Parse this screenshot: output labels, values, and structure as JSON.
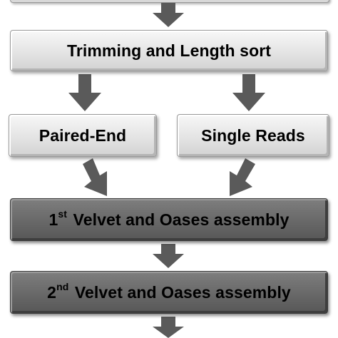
{
  "steps": {
    "trimming": "Trimming and Length sort",
    "paired_end": "Paired-End",
    "single_reads": "Single Reads",
    "velvet1_sup": "st",
    "velvet1_prefix": "1",
    "velvet1_text": " Velvet and Oases assembly",
    "velvet2_prefix": "2",
    "velvet2_sup": "nd",
    "velvet2_text": " Velvet and Oases assembly"
  },
  "colors": {
    "light_box": "#e4e4e4",
    "dark_box": "#6a6a6a",
    "arrow": "#5a5a5a"
  }
}
